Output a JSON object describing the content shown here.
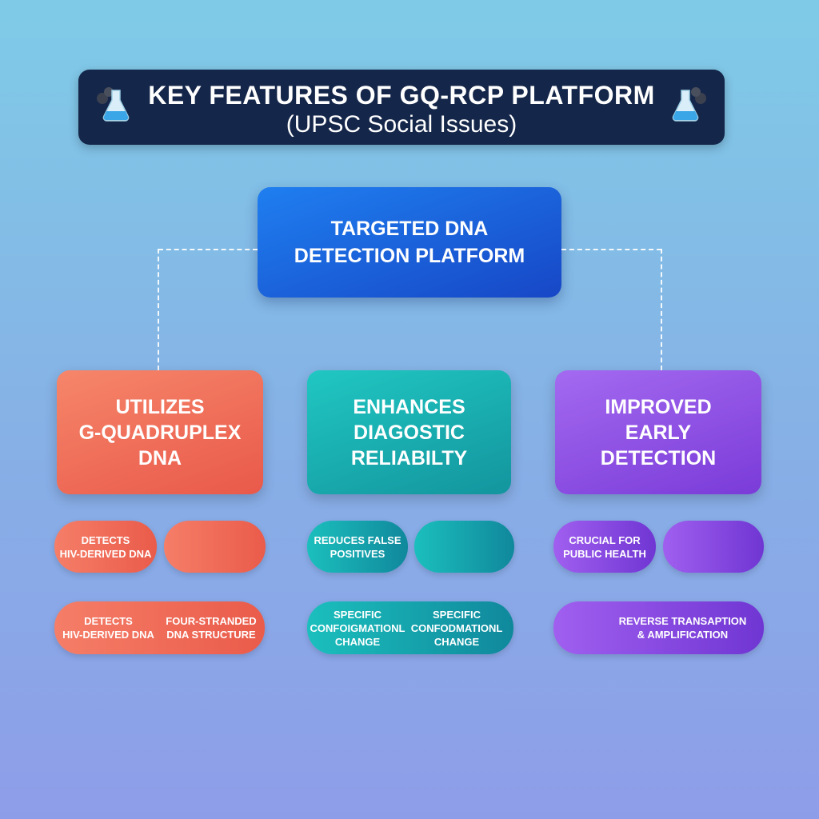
{
  "title": {
    "line1": "KEY FEATURES OF GQ-RCP PLATFORM",
    "line2": "(UPSC Social Issues)",
    "icons": [
      "flask-icon",
      "flask-icon"
    ]
  },
  "root": {
    "line1": "TARGETED DNA",
    "line2": "DETECTION PLATFORM"
  },
  "features": [
    {
      "lines": [
        "UTILIZES",
        "G-QUADRUPLEX",
        "DNA"
      ],
      "row1": [
        "DETECTS",
        "HIV-DERIVED DNA"
      ],
      "row2_left": [
        "DETECTS",
        "HIV-DERIVED DNA"
      ],
      "row2_right": [
        "FOUR-STRANDED",
        "DNA STRUCTURE"
      ]
    },
    {
      "lines": [
        "ENHANCES",
        "DIAGOSTIC",
        "RELIABILTY"
      ],
      "row1": [
        "REDUCES FALSE",
        "POSITIVES"
      ],
      "row2_left": [
        "SPECIFIC",
        "CONFOIGMATIONL",
        "CHANGE"
      ],
      "row2_right": [
        "SPECIFIC",
        "CONFODMATIONL",
        "CHANGE"
      ]
    },
    {
      "lines": [
        "IMPROVED",
        "EARLY",
        "DETECTION"
      ],
      "row1": [
        "CRUCIAL FOR",
        "PUBLIC HEALTH"
      ],
      "row2": [
        "REVERSE TRANSAPTION",
        "& AMPLIFICATION"
      ]
    }
  ],
  "colors": {
    "title_bg": "#142649",
    "root": "#1a5fdb",
    "orange": "#ef6e58",
    "teal": "#17aeb0",
    "purple": "#8d4fe4"
  }
}
